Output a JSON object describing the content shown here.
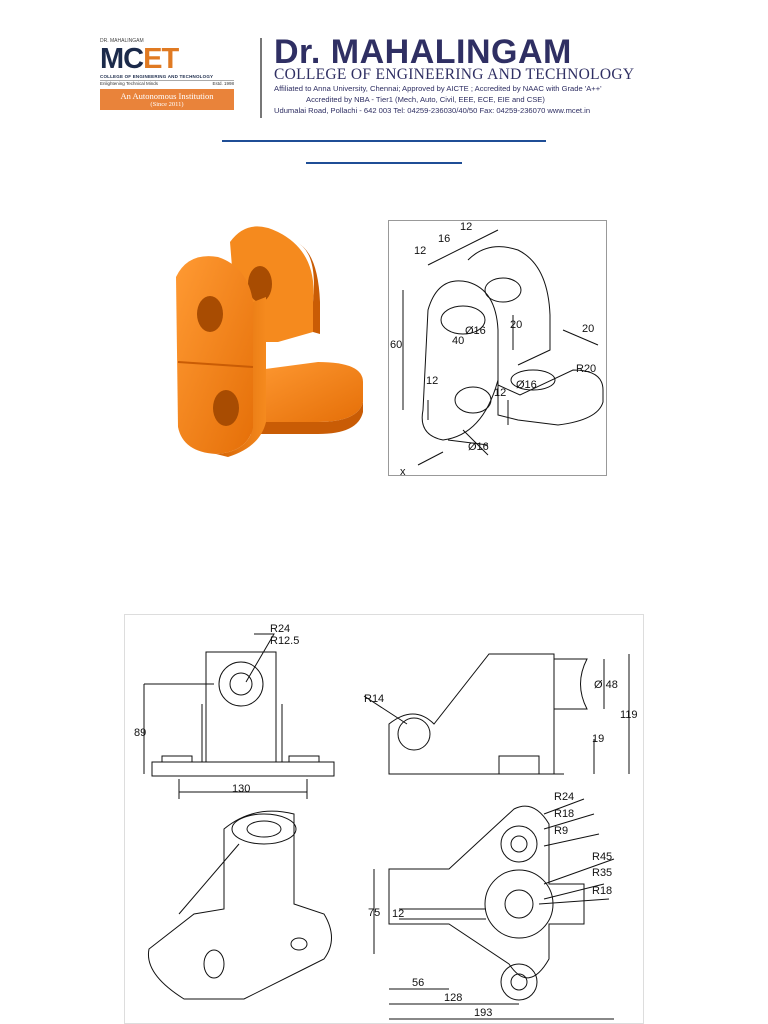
{
  "logo": {
    "top_small": "DR. MAHALINGAM",
    "mark": "MC",
    "mark_accent": "ET",
    "college": "COLLEGE OF ENGINEERING AND TECHNOLOGY",
    "tagline": "Enlightening Technical Minds",
    "established": "Estd. 1998",
    "autonomous": "An Autonomous Institution",
    "since": "(Since 2011)"
  },
  "header": {
    "name": "Dr. MAHALINGAM",
    "subtitle": "COLLEGE OF ENGINEERING AND TECHNOLOGY",
    "line1": "Affiliated to Anna University, Chennai; Approved by AICTE ; Accredited by NAAC with Grade 'A++'",
    "line2": "Accredited by NBA - Tier1 (Mech, Auto, Civil, EEE, ECE, EIE and CSE)",
    "line3": "Udumalai Road, Pollachi - 642 003 Tel: 04259-236030/40/50 Fax: 04259-236070 www.mcet.in"
  },
  "figure1": {
    "dims": [
      "12",
      "16",
      "12",
      "60",
      "40",
      "Ø16",
      "20",
      "20",
      "12",
      "12",
      "Ø16",
      "Ø16",
      "R20",
      "x"
    ]
  },
  "figure2": {
    "dims": [
      "R24",
      "R12.5",
      "89",
      "130",
      "R14",
      "Ø 48",
      "119",
      "19",
      "R24",
      "R18",
      "R9",
      "R45",
      "R35",
      "R18",
      "75",
      "12",
      "56",
      "128",
      "193"
    ]
  },
  "colors": {
    "brand_blue": "#2f2f63",
    "rule_blue": "#1f4e96",
    "accent_orange": "#e9833a",
    "model_orange": "#f07d14"
  }
}
